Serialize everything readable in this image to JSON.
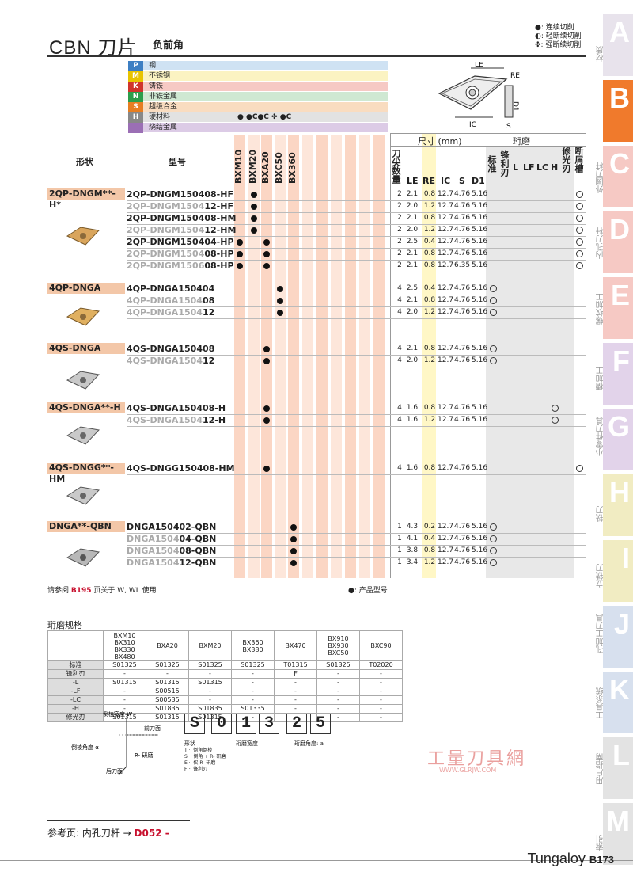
{
  "header": {
    "title": "CBN 刀片",
    "subtitle": "负前角"
  },
  "legend": [
    "●: 连续切削",
    "◐: 轻断续切削",
    "✤: 强断续切削"
  ],
  "materials": [
    {
      "code": "P",
      "name": "钢",
      "color": "#3d7fc3",
      "bg": "#cfe2f3"
    },
    {
      "code": "M",
      "name": "不锈钢",
      "color": "#e8c400",
      "bg": "#fbf3c2"
    },
    {
      "code": "K",
      "name": "铸铁",
      "color": "#d0342c",
      "bg": "#f6c9c4"
    },
    {
      "code": "N",
      "name": "非铁金属",
      "color": "#2b9e4b",
      "bg": "#cfe8d2"
    },
    {
      "code": "S",
      "name": "超级合金",
      "color": "#e67e22",
      "bg": "#f9dcc0"
    },
    {
      "code": "H",
      "name": "硬材料",
      "color": "#888888",
      "bg": "#e2e2e2"
    },
    {
      "code": "",
      "name": "烧结金属",
      "color": "#9b6fb5",
      "bg": "#dccbe6"
    }
  ],
  "hard_symbols": "● ●C●C ✤ ●C",
  "col_headers": {
    "shape": "形状",
    "model": "型号",
    "dims": "尺寸 (mm)",
    "hone": "珩磨",
    "tips": "刀尖数量",
    "le": "LE",
    "re": "RE",
    "ic": "IC",
    "s": "S",
    "d1": "D1",
    "std": "标准",
    "sharp": "锋利刃",
    "l": "L",
    "lf": "LF",
    "lc": "LC",
    "h": "H",
    "wiper": "修光刃",
    "breaker": "断屑槽"
  },
  "grades": [
    "BXM10",
    "BXM20",
    "BXA20",
    "BXC50",
    "BX360"
  ],
  "groups": [
    {
      "label": "2QP-DNGM**-H*",
      "rows": [
        {
          "p1": "2QP-DNGM150408-HF",
          "p2": "",
          "dots": [
            1
          ],
          "tips": "2",
          "le": "2.1",
          "re": "0.8",
          "ic": "12.7",
          "s": "4.76",
          "d1": "5.16",
          "std": false,
          "h": false,
          "brk": true
        },
        {
          "p1": "2QP-DNGM1504",
          "p2": "12-HF",
          "dots": [
            1
          ],
          "tips": "2",
          "le": "2.0",
          "re": "1.2",
          "ic": "12.7",
          "s": "4.76",
          "d1": "5.16",
          "std": false,
          "h": false,
          "brk": true
        },
        {
          "p1": "2QP-DNGM150408-HM",
          "p2": "",
          "dots": [
            1
          ],
          "tips": "2",
          "le": "2.1",
          "re": "0.8",
          "ic": "12.7",
          "s": "4.76",
          "d1": "5.16",
          "std": false,
          "h": false,
          "brk": true
        },
        {
          "p1": "2QP-DNGM1504",
          "p2": "12-HM",
          "dots": [
            1
          ],
          "tips": "2",
          "le": "2.0",
          "re": "1.2",
          "ic": "12.7",
          "s": "4.76",
          "d1": "5.16",
          "std": false,
          "h": false,
          "brk": true
        },
        {
          "p1": "2QP-DNGM150404-HP",
          "p2": "",
          "dots": [
            0,
            2
          ],
          "tips": "2",
          "le": "2.5",
          "re": "0.4",
          "ic": "12.7",
          "s": "4.76",
          "d1": "5.16",
          "std": false,
          "h": false,
          "brk": true
        },
        {
          "p1": "2QP-DNGM1504",
          "p2": "08-HP",
          "dots": [
            0,
            2
          ],
          "tips": "2",
          "le": "2.1",
          "re": "0.8",
          "ic": "12.7",
          "s": "4.76",
          "d1": "5.16",
          "std": false,
          "h": false,
          "brk": true
        },
        {
          "p1": "2QP-DNGM1506",
          "p2": "08-HP",
          "dots": [
            0,
            2
          ],
          "tips": "2",
          "le": "2.1",
          "re": "0.8",
          "ic": "12.7",
          "s": "6.35",
          "d1": "5.16",
          "std": false,
          "h": false,
          "brk": true
        }
      ]
    },
    {
      "label": "4QP-DNGA",
      "rows": [
        {
          "p1": "4QP-DNGA150404",
          "p2": "",
          "dots": [
            3
          ],
          "tips": "4",
          "le": "2.5",
          "re": "0.4",
          "ic": "12.7",
          "s": "4.76",
          "d1": "5.16",
          "std": true,
          "h": false,
          "brk": false
        },
        {
          "p1": "4QP-DNGA1504",
          "p2": "08",
          "dots": [
            3
          ],
          "tips": "4",
          "le": "2.1",
          "re": "0.8",
          "ic": "12.7",
          "s": "4.76",
          "d1": "5.16",
          "std": true,
          "h": false,
          "brk": false
        },
        {
          "p1": "4QP-DNGA1504",
          "p2": "12",
          "dots": [
            3
          ],
          "tips": "4",
          "le": "2.0",
          "re": "1.2",
          "ic": "12.7",
          "s": "4.76",
          "d1": "5.16",
          "std": true,
          "h": false,
          "brk": false
        }
      ]
    },
    {
      "label": "4QS-DNGA",
      "rows": [
        {
          "p1": "4QS-DNGA150408",
          "p2": "",
          "dots": [
            2
          ],
          "tips": "4",
          "le": "2.1",
          "re": "0.8",
          "ic": "12.7",
          "s": "4.76",
          "d1": "5.16",
          "std": true,
          "h": false,
          "brk": false
        },
        {
          "p1": "4QS-DNGA1504",
          "p2": "12",
          "dots": [
            2
          ],
          "tips": "4",
          "le": "2.0",
          "re": "1.2",
          "ic": "12.7",
          "s": "4.76",
          "d1": "5.16",
          "std": true,
          "h": false,
          "brk": false
        }
      ]
    },
    {
      "label": "4QS-DNGA**-H",
      "rows": [
        {
          "p1": "4QS-DNGA150408-H",
          "p2": "",
          "dots": [
            2
          ],
          "tips": "4",
          "le": "1.6",
          "re": "0.8",
          "ic": "12.7",
          "s": "4.76",
          "d1": "5.16",
          "std": false,
          "h": true,
          "brk": false
        },
        {
          "p1": "4QS-DNGA1504",
          "p2": "12-H",
          "dots": [
            2
          ],
          "tips": "4",
          "le": "1.6",
          "re": "1.2",
          "ic": "12.7",
          "s": "4.76",
          "d1": "5.16",
          "std": false,
          "h": true,
          "brk": false
        }
      ]
    },
    {
      "label": "4QS-DNGG**-HM",
      "rows": [
        {
          "p1": "4QS-DNGG150408-HM",
          "p2": "",
          "dots": [
            2
          ],
          "tips": "4",
          "le": "1.6",
          "re": "0.8",
          "ic": "12.7",
          "s": "4.76",
          "d1": "5.16",
          "std": false,
          "h": false,
          "brk": true
        }
      ]
    },
    {
      "label": "DNGA**-QBN",
      "rows": [
        {
          "p1": "DNGA150402-QBN",
          "p2": "",
          "dots": [
            4
          ],
          "tips": "1",
          "le": "4.3",
          "re": "0.2",
          "ic": "12.7",
          "s": "4.76",
          "d1": "5.16",
          "std": true,
          "h": false,
          "brk": false
        },
        {
          "p1": "DNGA1504",
          "p2": "04-QBN",
          "dots": [
            4
          ],
          "tips": "1",
          "le": "4.1",
          "re": "0.4",
          "ic": "12.7",
          "s": "4.76",
          "d1": "5.16",
          "std": true,
          "h": false,
          "brk": false
        },
        {
          "p1": "DNGA1504",
          "p2": "08-QBN",
          "dots": [
            4
          ],
          "tips": "1",
          "le": "3.8",
          "re": "0.8",
          "ic": "12.7",
          "s": "4.76",
          "d1": "5.16",
          "std": true,
          "h": false,
          "brk": false
        },
        {
          "p1": "DNGA1504",
          "p2": "12-QBN",
          "dots": [
            4
          ],
          "tips": "1",
          "le": "3.4",
          "re": "1.2",
          "ic": "12.7",
          "s": "4.76",
          "d1": "5.16",
          "std": true,
          "h": false,
          "brk": false
        }
      ]
    }
  ],
  "notes": {
    "left_pre": "请参阅 ",
    "left_ref": "B195",
    "left_post": " 页关于 W, WL 使用",
    "right": "●: 产品型号"
  },
  "honing": {
    "title": "珩磨规格",
    "heads": [
      "BXM10\nBX310\nBX330\nBX480",
      "BXA20",
      "BXM20",
      "BX360\nBX380",
      "BX470",
      "BX910\nBX930\nBXC50",
      "BXC90"
    ],
    "rows": [
      {
        "label": "标准",
        "cells": [
          "S01325",
          "S01325",
          "S01325",
          "S01325",
          "T01315",
          "S01325",
          "T02020"
        ]
      },
      {
        "label": "锋利刃",
        "cells": [
          "-",
          "-",
          "-",
          "-",
          "F",
          "-",
          "-"
        ]
      },
      {
        "label": "-L",
        "cells": [
          "S01315",
          "S01315",
          "S01315",
          "-",
          "-",
          "-",
          "-"
        ]
      },
      {
        "label": "-LF",
        "cells": [
          "-",
          "S00515",
          "-",
          "-",
          "-",
          "-",
          "-"
        ]
      },
      {
        "label": "-LC",
        "cells": [
          "-",
          "S00535",
          "-",
          "-",
          "-",
          "-",
          "-"
        ]
      },
      {
        "label": "-H",
        "cells": [
          "-",
          "S01835",
          "S01835",
          "S01335",
          "-",
          "-",
          "-"
        ]
      },
      {
        "label": "修光刃",
        "cells": [
          "S01315",
          "S01315",
          "S01315",
          "-",
          "-",
          "-",
          "-"
        ]
      }
    ]
  },
  "code": {
    "chars": [
      "S",
      "0",
      "1",
      "3",
      "2",
      "5"
    ],
    "labels": [
      "形状",
      "珩磨宽度",
      "珩磨角度: a"
    ],
    "legend": [
      "T··· 倒角倒棱",
      "S··· 倒角 + R- 研磨",
      "E··· 仅 R- 研磨",
      "F··· 锋利刃"
    ],
    "diagram": [
      "倒棱宽度 W",
      "前刀面",
      "倒棱角度 α",
      "R- 研磨",
      "后刀面"
    ]
  },
  "diagram_labels": {
    "le": "LE",
    "re": "RE",
    "ic": "IC",
    "d1": "D1",
    "s": "S"
  },
  "side_tabs": [
    {
      "letter": "A",
      "label": "材质",
      "color": "#e8e3ec",
      "active": false
    },
    {
      "letter": "B",
      "label": "刀片",
      "color": "#f07a2c",
      "active": true
    },
    {
      "letter": "C",
      "label": "外圆刀杆",
      "color": "#f6c9c4",
      "active": false
    },
    {
      "letter": "D",
      "label": "内孔刀杆",
      "color": "#f6c9c4",
      "active": false
    },
    {
      "letter": "E",
      "label": "螺纹加工",
      "color": "#f6c9c4",
      "active": false
    },
    {
      "letter": "F",
      "label": "槽加工",
      "color": "#e2d3ea",
      "active": false
    },
    {
      "letter": "G",
      "label": "小零件刀具",
      "color": "#e2d3ea",
      "active": false
    },
    {
      "letter": "H",
      "label": "铣刀",
      "color": "#f1ecc2",
      "active": false
    },
    {
      "letter": "I",
      "label": "立铣刀",
      "color": "#f1ecc2",
      "active": false
    },
    {
      "letter": "J",
      "label": "孔加工刀具",
      "color": "#d7e0ee",
      "active": false
    },
    {
      "letter": "K",
      "label": "工具系统",
      "color": "#d7e0ee",
      "active": false
    },
    {
      "letter": "L",
      "label": "用户指南",
      "color": "#e3e3e3",
      "active": false
    },
    {
      "letter": "M",
      "label": "索引",
      "color": "#e3e3e3",
      "active": false
    }
  ],
  "reference": {
    "pre": "参考页:  内孔刀杆 → ",
    "code": "D052 -"
  },
  "watermark": {
    "text": "工量刀具網",
    "url": "WWW.GLRJW.COM"
  },
  "footer": {
    "brand": "Tungaloy",
    "page": "B173"
  }
}
